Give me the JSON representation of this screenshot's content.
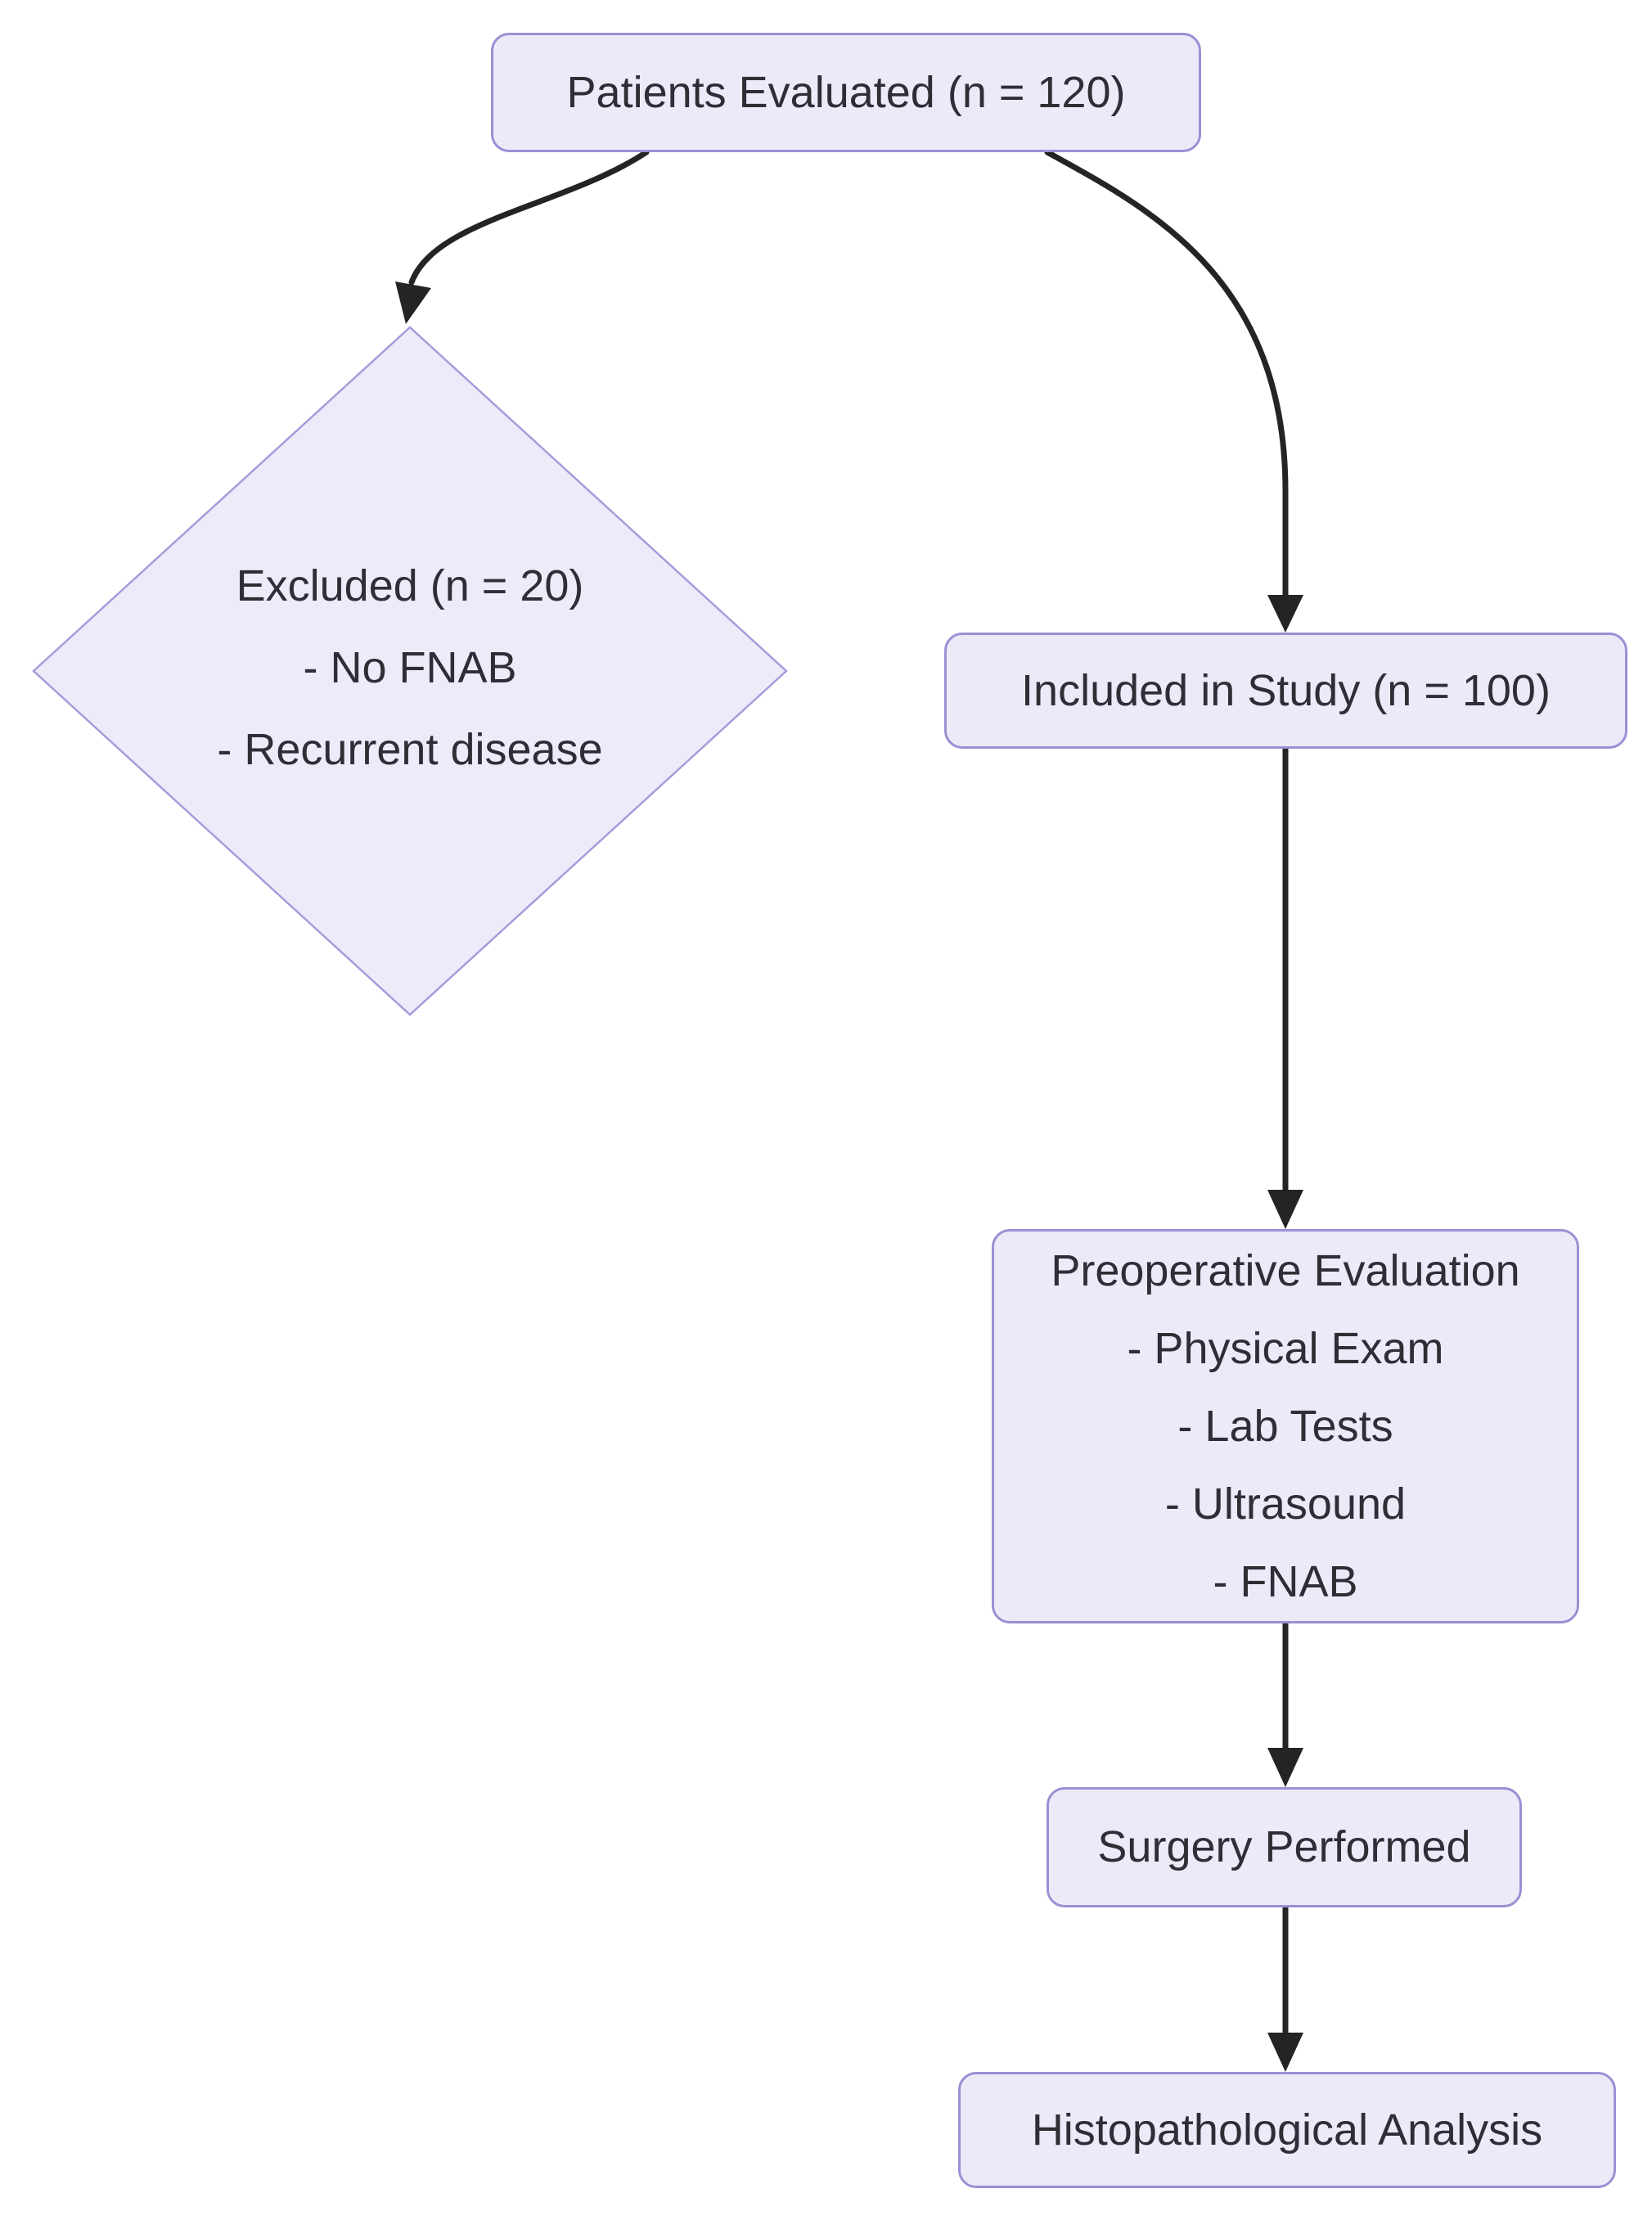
{
  "colors": {
    "canvas_bg": "#ffffff",
    "node_fill": "#ECEAF9",
    "node_border": "#9C8FD4",
    "diamond_fill": "#EDEBFA",
    "diamond_border": "#A79BDB",
    "text": "#2E2E36",
    "arrow": "#242424"
  },
  "nodes": {
    "patients_evaluated": {
      "shape": "rounded-rectangle",
      "label": "Patients Evaluated (n = 120)"
    },
    "excluded": {
      "shape": "diamond",
      "lines": [
        "Excluded (n = 20)",
        "- No FNAB",
        "- Recurrent disease"
      ]
    },
    "included": {
      "shape": "rounded-rectangle",
      "label": "Included in Study (n = 100)"
    },
    "preoperative": {
      "shape": "rounded-rectangle",
      "lines": [
        "Preoperative Evaluation",
        "- Physical Exam",
        "- Lab Tests",
        "- Ultrasound",
        "- FNAB"
      ]
    },
    "surgery": {
      "shape": "rounded-rectangle",
      "label": "Surgery Performed"
    },
    "histopathology": {
      "shape": "rounded-rectangle",
      "label": "Histopathological Analysis"
    }
  },
  "edges": [
    {
      "from": "patients_evaluated",
      "to": "excluded",
      "style": "curved-arrow"
    },
    {
      "from": "patients_evaluated",
      "to": "included",
      "style": "curved-arrow"
    },
    {
      "from": "included",
      "to": "preoperative",
      "style": "straight-arrow"
    },
    {
      "from": "preoperative",
      "to": "surgery",
      "style": "straight-arrow"
    },
    {
      "from": "surgery",
      "to": "histopathology",
      "style": "straight-arrow"
    }
  ]
}
